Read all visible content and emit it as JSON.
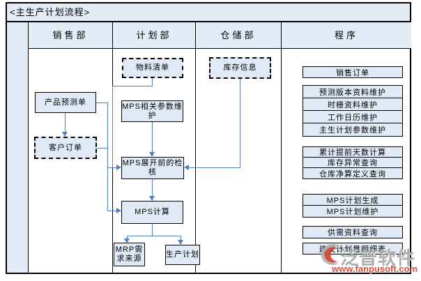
{
  "title": "<主生产计划流程>",
  "lanes": {
    "sales": "销售部",
    "planning": "计划部",
    "warehouse": "仓储部",
    "program": "程序"
  },
  "flow": {
    "bom": "物料清单",
    "inventory": "库存信息",
    "forecast": "产品预测单",
    "customer_order": "客户订单",
    "mps_params": "MPS相关参数维护",
    "mps_check": "MPS展开前的检核",
    "mps_calc": "MPS计算",
    "mrp_source": "MRP需求来源",
    "prod_plan": "生产计划"
  },
  "programs": {
    "sales_order": "销售订单",
    "setup": [
      "预测版本资料维护",
      "时栅资料维护",
      "工作日历维护",
      "主生计划参数维护"
    ],
    "checks": [
      "累计提前天数计算",
      "库存异常查询",
      "仓库净算定义查询"
    ],
    "mps": [
      "MPS计划生成",
      "MPS计划维护"
    ],
    "supply_demand": "供需资料查询",
    "suggested_plan": "建议计划量明细表"
  },
  "watermark": {
    "brand": "泛普软件",
    "url": "www.fanpusoft.com"
  },
  "colors": {
    "fill": "#e0e9f6",
    "connector": "#4f81bd",
    "border": "#000000",
    "watermark_gray": "#a8a8a8",
    "watermark_red": "#d9412e"
  }
}
